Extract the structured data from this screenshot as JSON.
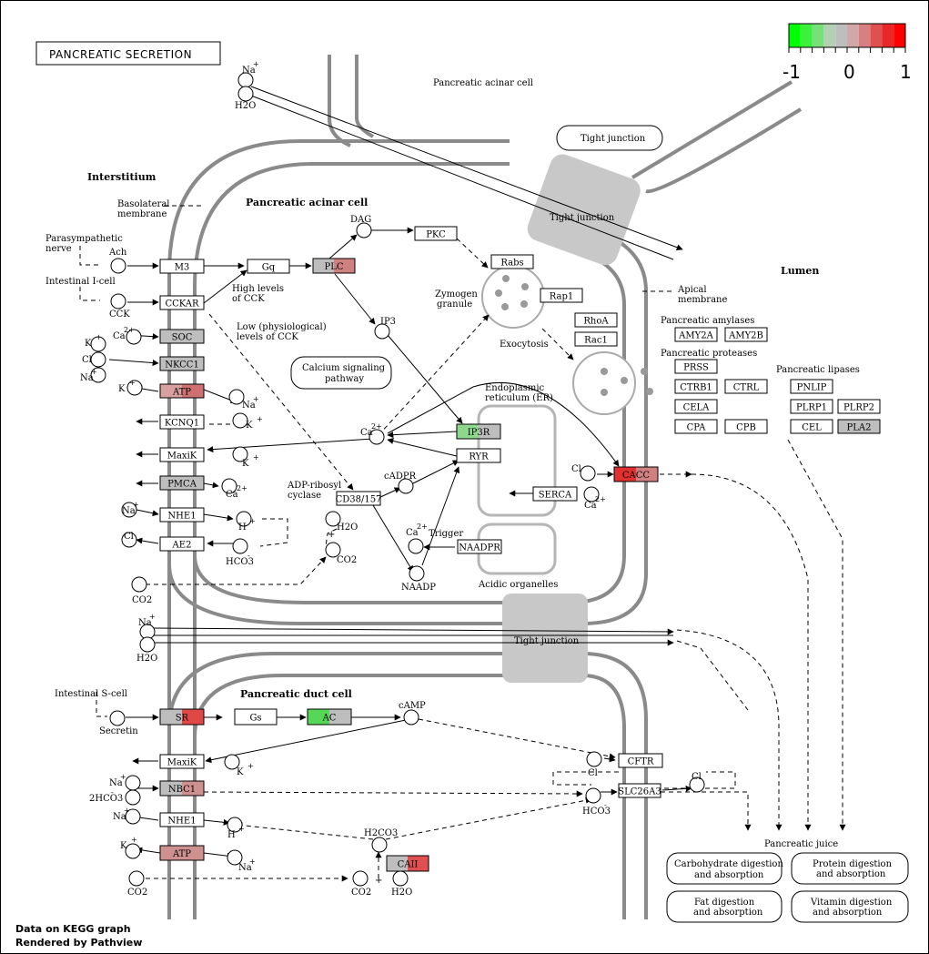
{
  "title": "PANCREATIC SECRETION",
  "legend": {
    "scale_labels": [
      "-1",
      "0",
      "1"
    ],
    "colors": [
      "#00ff00",
      "#3cf03c",
      "#78e078",
      "#b4d0b4",
      "#bebebe",
      "#d0a8a8",
      "#d88080",
      "#e05050",
      "#e82828",
      "#ff0000"
    ]
  },
  "footer": {
    "line1": "Data on KEGG graph",
    "line2": "Rendered by Pathview"
  },
  "labels": {
    "acinar_cell_top": "Pancreatic acinar cell",
    "acinar_cell": "Pancreatic acinar cell",
    "duct_cell": "Pancreatic duct cell",
    "interstitium": "Interstitium",
    "lumen": "Lumen",
    "basolateral_1": "Basolateral",
    "basolateral_2": "membrane",
    "apical_1": "Apical",
    "apical_2": "membrane",
    "tight_junction": "Tight junction",
    "tj_box": "Tight junction",
    "parasym_1": "Parasympathetic",
    "parasym_2": "nerve",
    "i_cell": "Intestinal I-cell",
    "s_cell": "Intestinal S-cell",
    "high_cck_1": "High levels",
    "high_cck_2": "of CCK",
    "low_cck_1": "Low (physiological)",
    "low_cck_2": "levels of CCK",
    "calcium_1": "Calcium signaling",
    "calcium_2": "pathway",
    "zymogen_1": "Zymogen",
    "zymogen_2": "granule",
    "exocytosis": "Exocytosis",
    "er_1": "Endoplasmic",
    "er_2": "reticulum (ER)",
    "adp_1": "ADP-ribosyl",
    "adp_2": "cyclase",
    "trigger": "Trigger",
    "acidic": "Acidic organelles",
    "amylases": "Pancreatic amylases",
    "proteases": "Pancreatic proteases",
    "lipases": "Pancreatic lipases",
    "juice": "Pancreatic juice"
  },
  "compounds": {
    "na": "Na",
    "h2o": "H2O",
    "ach": "Ach",
    "cck": "CCK",
    "dag": "DAG",
    "ip3": "IP3",
    "ca": "Ca",
    "k": "K",
    "cl": "Cl",
    "h": "H",
    "hco3": "HCO3",
    "co2": "CO2",
    "cadpr": "cADPR",
    "naadp": "NAADP",
    "camp": "cAMP",
    "secretin": "Secretin",
    "h2co3": "H2CO3",
    "nahco3": "2HCO3",
    "plus": "+"
  },
  "pathway_links": {
    "carb": [
      "Carbohydrate digestion",
      "and absorption"
    ],
    "protein": [
      "Protein digestion",
      "and absorption"
    ],
    "fat": [
      "Fat digestion",
      "and absorption"
    ],
    "vitamin": [
      "Vitamin digestion",
      "and absorption"
    ]
  },
  "genes": [
    {
      "id": "m3",
      "label": "M3",
      "fill": "#ffffff",
      "fill2": "#ffffff"
    },
    {
      "id": "cckar",
      "label": "CCKAR",
      "fill": "#ffffff",
      "fill2": "#ffffff"
    },
    {
      "id": "soc",
      "label": "SOC",
      "fill": "#bebebe",
      "fill2": "#bebebe"
    },
    {
      "id": "nkcc1",
      "label": "NKCC1",
      "fill": "#bebebe",
      "fill2": "#bebebe"
    },
    {
      "id": "atp1",
      "label": "ATP",
      "fill": "#d8a0a0",
      "fill2": "#cf7070"
    },
    {
      "id": "kcnq1",
      "label": "KCNQ1",
      "fill": "#ffffff",
      "fill2": "#ffffff"
    },
    {
      "id": "maxik1",
      "label": "MaxiK",
      "fill": "#ffffff",
      "fill2": "#ffffff"
    },
    {
      "id": "pmca",
      "label": "PMCA",
      "fill": "#bebebe",
      "fill2": "#bebebe"
    },
    {
      "id": "nhe1a",
      "label": "NHE1",
      "fill": "#ffffff",
      "fill2": "#ffffff"
    },
    {
      "id": "ae2",
      "label": "AE2",
      "fill": "#ffffff",
      "fill2": "#ffffff"
    },
    {
      "id": "gq",
      "label": "Gq",
      "fill": "#ffffff",
      "fill2": "#ffffff"
    },
    {
      "id": "plc",
      "label": "PLC",
      "fill": "#bebebe",
      "fill2": "#cf8080"
    },
    {
      "id": "pkc",
      "label": "PKC",
      "fill": "#ffffff",
      "fill2": "#ffffff"
    },
    {
      "id": "rabs",
      "label": "Rabs",
      "fill": "#ffffff",
      "fill2": "#ffffff"
    },
    {
      "id": "rap1",
      "label": "Rap1",
      "fill": "#ffffff",
      "fill2": "#ffffff"
    },
    {
      "id": "rhoa",
      "label": "RhoA",
      "fill": "#ffffff",
      "fill2": "#ffffff"
    },
    {
      "id": "rac1",
      "label": "Rac1",
      "fill": "#ffffff",
      "fill2": "#ffffff"
    },
    {
      "id": "ip3r",
      "label": "IP3R",
      "fill": "#8ed88e",
      "fill2": "#bebebe"
    },
    {
      "id": "ryr",
      "label": "RYR",
      "fill": "#ffffff",
      "fill2": "#ffffff"
    },
    {
      "id": "cd38",
      "label": "CD38/157",
      "fill": "#ffffff",
      "fill2": "#ffffff"
    },
    {
      "id": "serca",
      "label": "SERCA",
      "fill": "#ffffff",
      "fill2": "#ffffff"
    },
    {
      "id": "naadpr",
      "label": "NAADPR",
      "fill": "#ffffff",
      "fill2": "#ffffff"
    },
    {
      "id": "cacc",
      "label": "CACC",
      "fill": "#e03030",
      "fill2": "#d08080"
    },
    {
      "id": "amy2a",
      "label": "AMY2A",
      "fill": "#ffffff",
      "fill2": "#ffffff"
    },
    {
      "id": "amy2b",
      "label": "AMY2B",
      "fill": "#ffffff",
      "fill2": "#ffffff"
    },
    {
      "id": "prss",
      "label": "PRSS",
      "fill": "#ffffff",
      "fill2": "#ffffff"
    },
    {
      "id": "ctrb1",
      "label": "CTRB1",
      "fill": "#ffffff",
      "fill2": "#ffffff"
    },
    {
      "id": "ctrl",
      "label": "CTRL",
      "fill": "#ffffff",
      "fill2": "#ffffff"
    },
    {
      "id": "cela",
      "label": "CELA",
      "fill": "#ffffff",
      "fill2": "#ffffff"
    },
    {
      "id": "cpa",
      "label": "CPA",
      "fill": "#ffffff",
      "fill2": "#ffffff"
    },
    {
      "id": "cpb",
      "label": "CPB",
      "fill": "#ffffff",
      "fill2": "#ffffff"
    },
    {
      "id": "pnlip",
      "label": "PNLIP",
      "fill": "#ffffff",
      "fill2": "#ffffff"
    },
    {
      "id": "plrp1",
      "label": "PLRP1",
      "fill": "#ffffff",
      "fill2": "#ffffff"
    },
    {
      "id": "plrp2",
      "label": "PLRP2",
      "fill": "#ffffff",
      "fill2": "#ffffff"
    },
    {
      "id": "cel",
      "label": "CEL",
      "fill": "#ffffff",
      "fill2": "#ffffff"
    },
    {
      "id": "pla2",
      "label": "PLA2",
      "fill": "#bebebe",
      "fill2": "#bebebe"
    },
    {
      "id": "sr",
      "label": "SR",
      "fill": "#bebebe",
      "fill2": "#e04848"
    },
    {
      "id": "gs",
      "label": "Gs",
      "fill": "#ffffff",
      "fill2": "#ffffff"
    },
    {
      "id": "ac",
      "label": "AC",
      "fill": "#55d855",
      "fill2": "#bebebe"
    },
    {
      "id": "maxik2",
      "label": "MaxiK",
      "fill": "#ffffff",
      "fill2": "#ffffff"
    },
    {
      "id": "nbc1",
      "label": "NBC1",
      "fill": "#bebebe",
      "fill2": "#cf9090"
    },
    {
      "id": "nhe1b",
      "label": "NHE1",
      "fill": "#ffffff",
      "fill2": "#ffffff"
    },
    {
      "id": "atp2",
      "label": "ATP",
      "fill": "#cf9090",
      "fill2": "#cf9090"
    },
    {
      "id": "cftr",
      "label": "CFTR",
      "fill": "#ffffff",
      "fill2": "#ffffff"
    },
    {
      "id": "slc26a3",
      "label": "SLC26A3",
      "fill": "#ffffff",
      "fill2": "#ffffff"
    },
    {
      "id": "caii",
      "label": "CAII",
      "fill": "#bebebe",
      "fill2": "#e05050"
    }
  ]
}
